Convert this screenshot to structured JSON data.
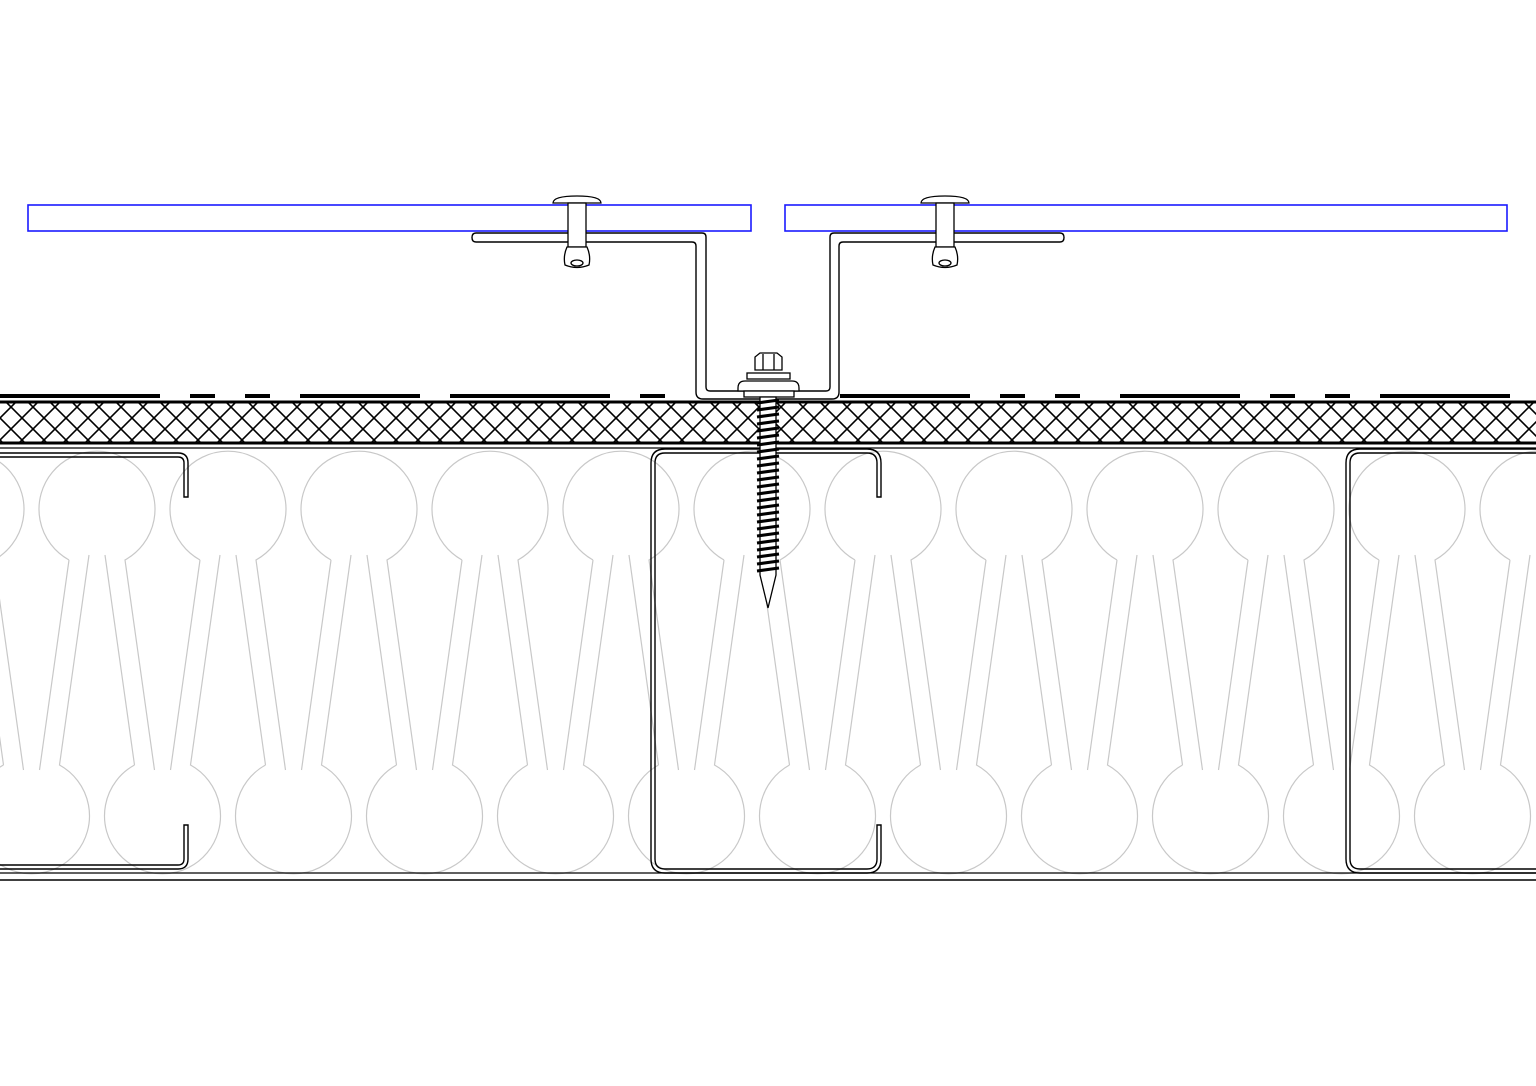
{
  "drawing": {
    "colors": {
      "line": "#000000",
      "panel": "#1a1aff",
      "insulation": "#c8c8c8",
      "background": "#ffffff"
    },
    "components": [
      "facade-panel-left",
      "facade-panel-right",
      "z-profile-left",
      "z-profile-right",
      "blind-rivet",
      "self-drilling-screw",
      "membrane",
      "sheathing-board",
      "c-stud",
      "batt-insulation"
    ]
  }
}
